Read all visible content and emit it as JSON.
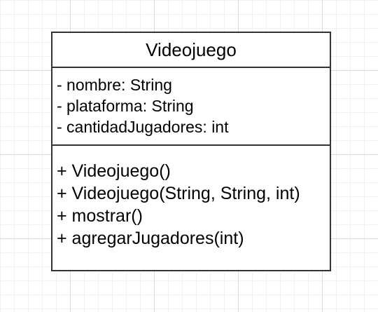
{
  "class_box": {
    "title": "Videojuego",
    "attributes": [
      "- nombre: String",
      "- plataforma: String",
      "- cantidadJugadores: int"
    ],
    "methods": [
      "+ Videojuego()",
      "+ Videojuego(String, String, int)",
      "+ mostrar()",
      "+ agregarJugadores(int)"
    ]
  },
  "colors": {
    "border": "#333333",
    "grid_major": "#dcdcdc",
    "grid_minor": "#f0f0f0"
  }
}
